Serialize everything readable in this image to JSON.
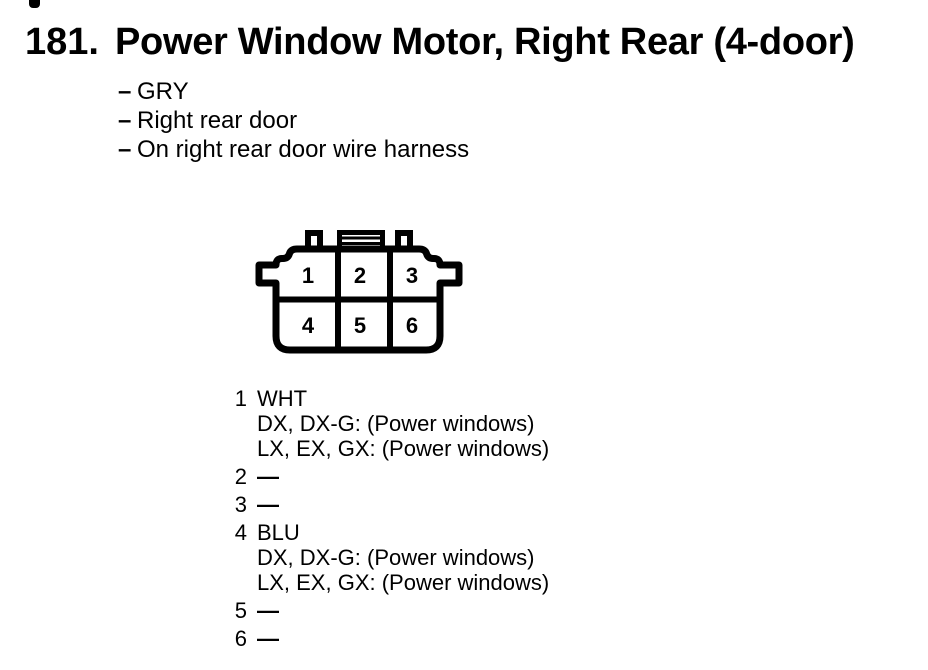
{
  "figure": {
    "number": "181.",
    "title": "Power Window Motor, Right Rear (4-door)"
  },
  "details": {
    "dash": "–",
    "items": [
      "GRY",
      "Right rear door",
      "On right rear door wire harness"
    ]
  },
  "connector": {
    "cavities": [
      "1",
      "2",
      "3",
      "4",
      "5",
      "6"
    ]
  },
  "pinout": {
    "rows": [
      {
        "pin": "1",
        "lines": [
          "WHT",
          "DX, DX-G: (Power windows)",
          "LX, EX, GX: (Power windows)"
        ]
      },
      {
        "pin": "2",
        "lines": [
          "—"
        ]
      },
      {
        "pin": "3",
        "lines": [
          "—"
        ]
      },
      {
        "pin": "4",
        "lines": [
          "BLU",
          "DX, DX-G: (Power windows)",
          "LX, EX, GX: (Power windows)"
        ]
      },
      {
        "pin": "5",
        "lines": [
          "—"
        ]
      },
      {
        "pin": "6",
        "lines": [
          "—"
        ]
      }
    ]
  },
  "colors": {
    "ink": "#000000",
    "paper": "#ffffff"
  }
}
